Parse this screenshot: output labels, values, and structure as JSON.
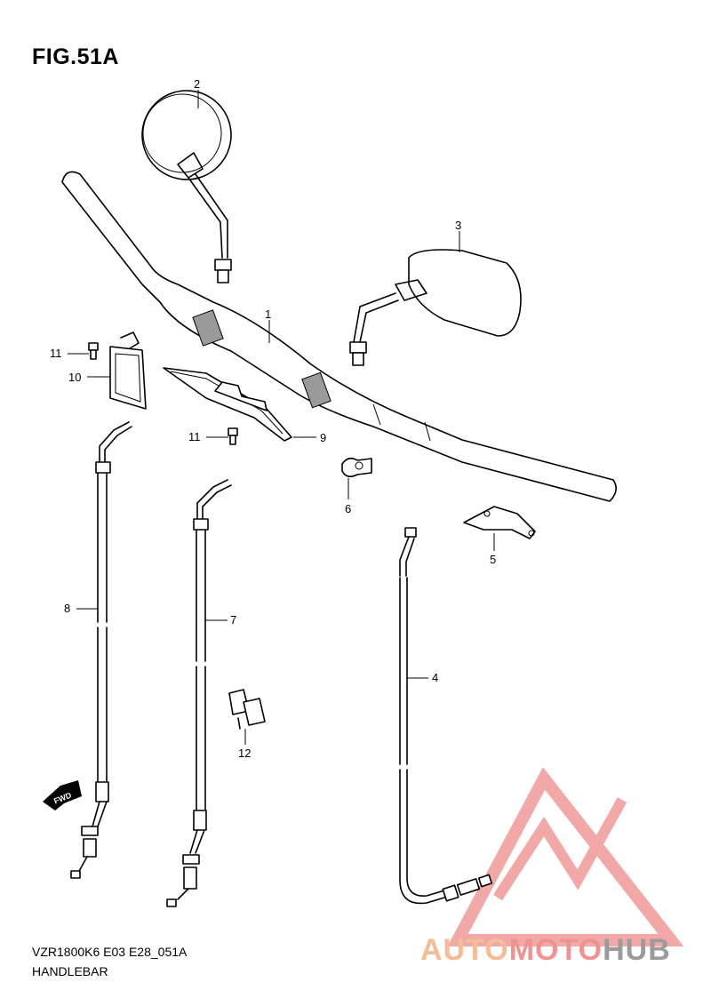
{
  "figure": {
    "title": "FIG.51A"
  },
  "footer": {
    "model_code": "VZR1800K6 E03 E28_051A",
    "section": "HANDLEBAR"
  },
  "callouts": [
    {
      "num": "1",
      "part": "handlebar"
    },
    {
      "num": "2",
      "part": "mirror-left"
    },
    {
      "num": "3",
      "part": "mirror-right"
    },
    {
      "num": "4",
      "part": "cable-clutch"
    },
    {
      "num": "5",
      "part": "bracket-plate"
    },
    {
      "num": "6",
      "part": "clamp"
    },
    {
      "num": "7",
      "part": "cable-throttle-return"
    },
    {
      "num": "8",
      "part": "cable-throttle-pull"
    },
    {
      "num": "9",
      "part": "cable-guide"
    },
    {
      "num": "10",
      "part": "cable-guide-small"
    },
    {
      "num": "11",
      "part": "bolt"
    },
    {
      "num": "11",
      "part": "bolt"
    },
    {
      "num": "12",
      "part": "cable-clip"
    }
  ],
  "direction_marker": {
    "label": "FWD"
  },
  "watermark": {
    "part1": "AUTO",
    "part2": "MOTO",
    "part3": "HUB",
    "colors": [
      "#f4b183",
      "#ef7f7f",
      "#8a8a8a"
    ]
  }
}
